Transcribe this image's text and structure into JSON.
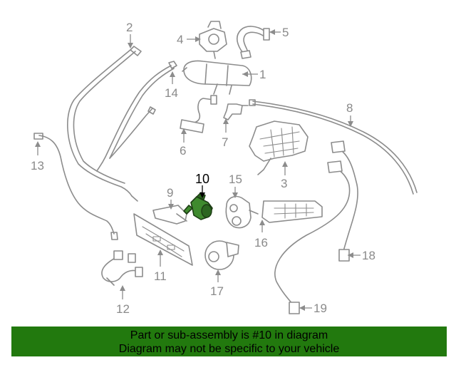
{
  "callouts": {
    "c1": "1",
    "c2": "2",
    "c3": "3",
    "c4": "4",
    "c5": "5",
    "c6": "6",
    "c7": "7",
    "c8": "8",
    "c9": "9",
    "c10": "10",
    "c11": "11",
    "c12": "12",
    "c13": "13",
    "c14": "14",
    "c15": "15",
    "c16": "16",
    "c17": "17",
    "c18": "18",
    "c19": "19"
  },
  "highlighted_part": "10",
  "colors": {
    "banner": "#22790e",
    "highlight": "#3f8a2e",
    "line": "#8c8c8c"
  },
  "footer": {
    "line1": "Part or sub-assembly is #10 in diagram",
    "line2": "Diagram may not be specific to your vehicle"
  }
}
